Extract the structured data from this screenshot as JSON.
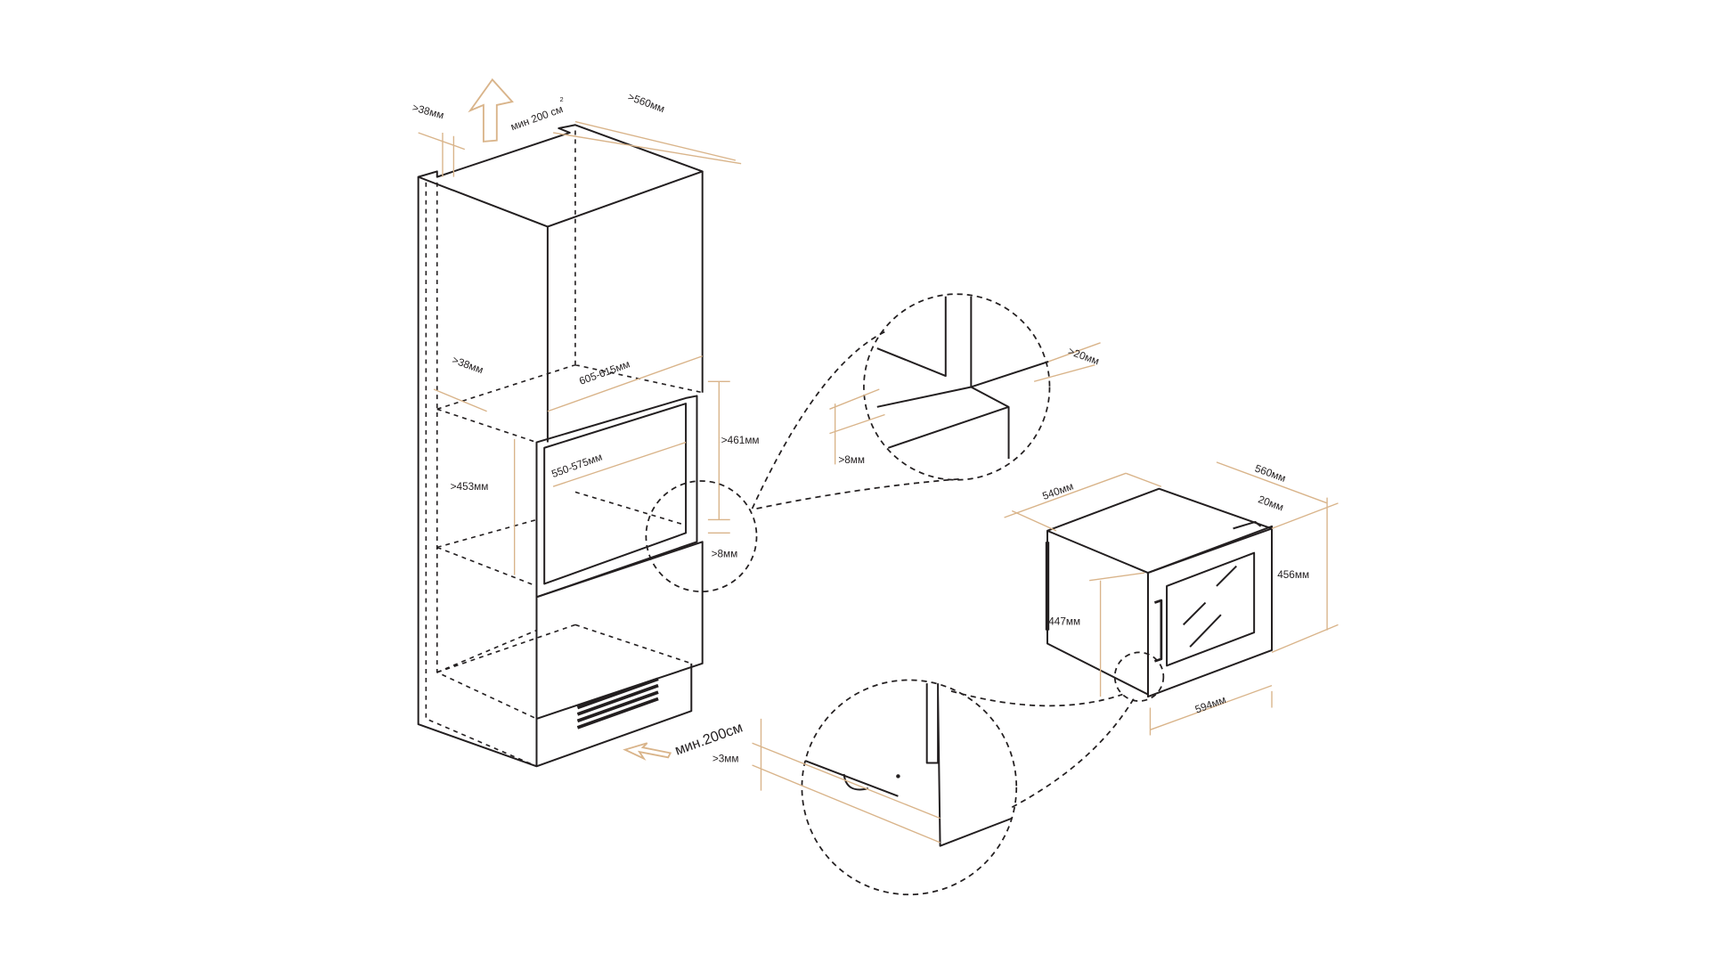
{
  "colors": {
    "line": "#231f20",
    "dimension": "#d9b48a",
    "background": "#ffffff"
  },
  "labels": {
    "top_gap": ">38мм",
    "top_vent": "мин 200 см",
    "top_vent_sup": "2",
    "depth": ">560мм",
    "side_gap": ">38мм",
    "niche_width": "605-615мм",
    "niche_height": ">461мм",
    "inner_width": "550-575мм",
    "inner_height": ">453мм",
    "bottom_gap": ">8мм",
    "detail_top_gap": ">20мм",
    "detail_bottom_gap": ">8мм",
    "appliance_depth": "540мм",
    "appliance_total_depth": "560мм",
    "door_thickness": "20мм",
    "appliance_height": "456мм",
    "body_height": "447мм",
    "appliance_width": "594мм",
    "bottom_vent": "мин.200см",
    "detail_foot_gap": ">3мм"
  }
}
